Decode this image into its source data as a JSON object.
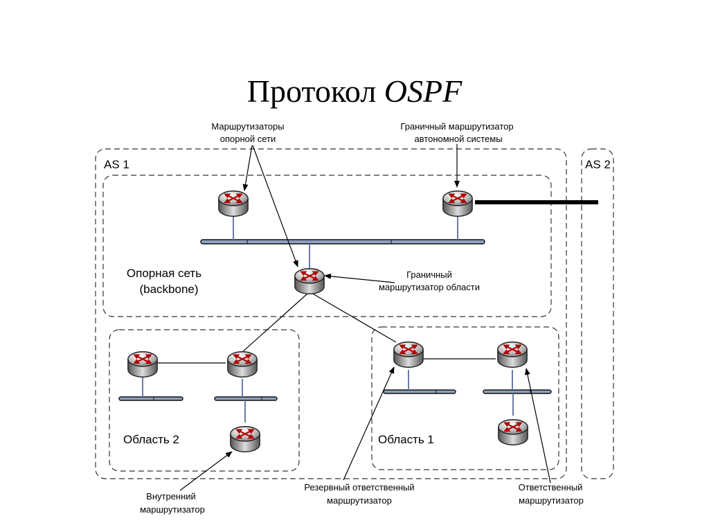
{
  "slide": {
    "title_prefix": "Протокол",
    "title_emphasis": "OSPF"
  },
  "diagram": {
    "as1_label": "AS 1",
    "as2_label": "AS 2",
    "backbone_label": [
      "Опорная сеть",
      "(backbone)"
    ],
    "area2_label": "Область 2",
    "area1_label": "Область 1",
    "callouts": {
      "backbone_routers": [
        "Маршрутизаторы",
        "опорной сети"
      ],
      "asbr": [
        "Граничный маршрутизатор",
        "автономной системы"
      ],
      "abr": [
        "Граничный",
        "маршрутизатор области"
      ],
      "internal": [
        "Внутренний",
        "маршрутизатор"
      ],
      "bdr": [
        "Резервный ответственный",
        "маршрутизатор"
      ],
      "dr": [
        "Ответственный",
        "маршрутизатор"
      ]
    }
  }
}
